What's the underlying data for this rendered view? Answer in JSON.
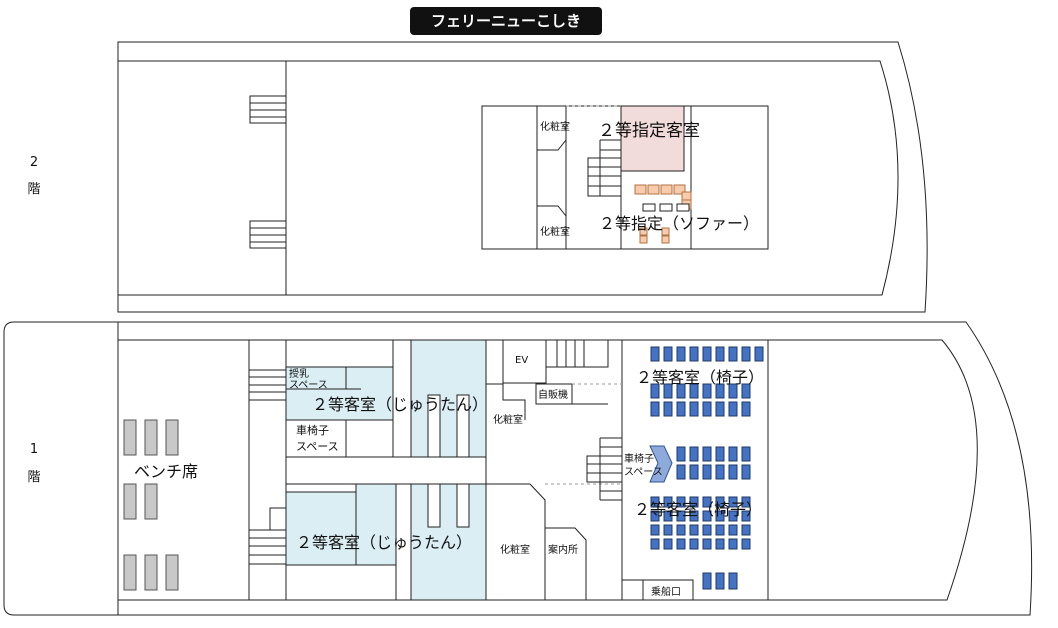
{
  "title": "フェリーニューこしき",
  "floors": {
    "f2": {
      "num": "2",
      "label": "階"
    },
    "f1": {
      "num": "1",
      "label": "階"
    }
  },
  "rooms": {
    "f2_powder_a": "化粧室",
    "f2_powder_b": "化粧室",
    "f2_reserved": "２等指定客室",
    "f2_sofa": "２等指定（ソファー）",
    "nursing_1": "授乳",
    "nursing_2": "スペース",
    "bench": "ベンチ席",
    "tatami_upper": "２等客室（じゅうたん）",
    "wheelchair_left_1": "車椅子",
    "wheelchair_left_2": "スペース",
    "tatami_lower": "２等客室（じゅうたん）",
    "ev": "EV",
    "vending": "自販機",
    "f1_powder_a": "化粧室",
    "f1_powder_b": "化粧室",
    "info": "案内所",
    "seat_upper": "２等客室（椅子）",
    "seat_lower": "２等客室（椅子）",
    "wheelchair_right_1": "車椅子",
    "wheelchair_right_2": "スペース",
    "boarding": "乗船口"
  },
  "colors": {
    "tatami": "#daeef3",
    "reserved": "#f2dcdb",
    "sofa": "#f8cbad",
    "seat": "#4472c4",
    "bench": "#c8c8c8"
  }
}
